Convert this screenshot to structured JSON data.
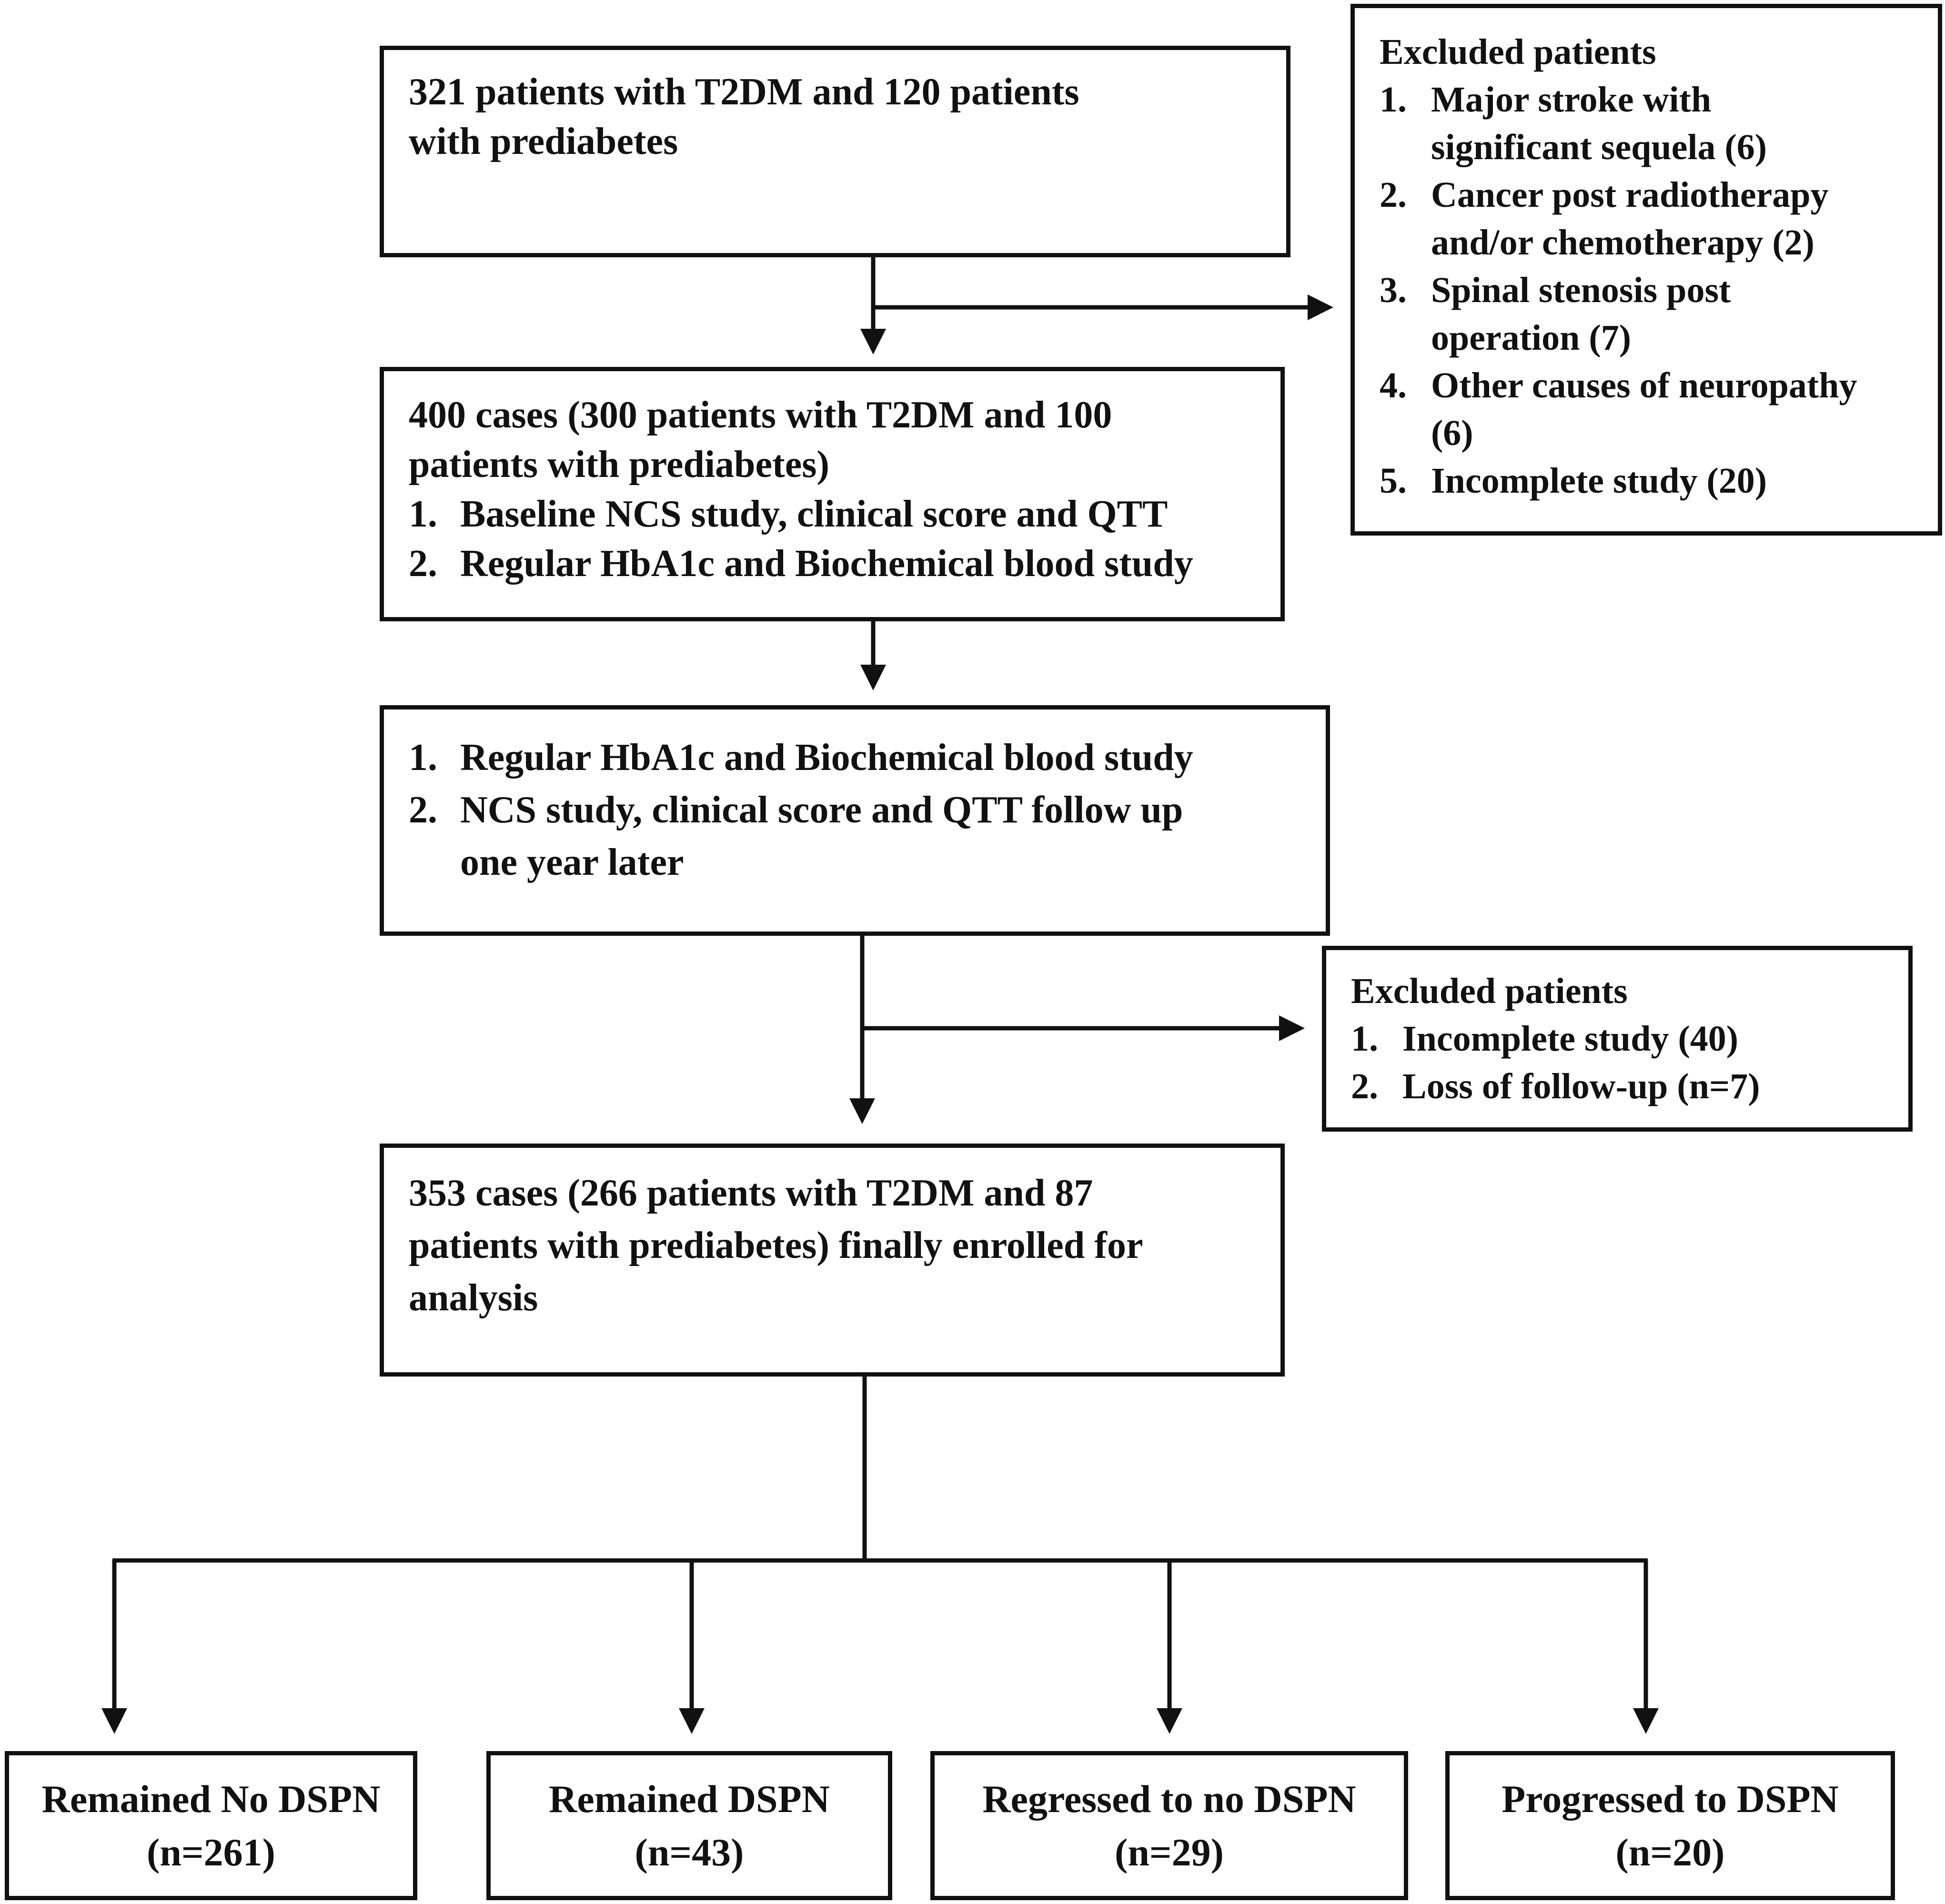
{
  "boxes": {
    "start": {
      "lines": [
        "321 patients with T2DM and 120 patients",
        "with prediabetes"
      ]
    },
    "excluded_1": {
      "title": "Excluded patients",
      "items": [
        {
          "num": "1.",
          "lines": [
            "Major stroke with",
            "significant sequela (6)"
          ]
        },
        {
          "num": "2.",
          "lines": [
            "Cancer post radiotherapy",
            "and/or chemotherapy (2)"
          ]
        },
        {
          "num": "3.",
          "lines": [
            "Spinal stenosis post",
            "operation (7)"
          ]
        },
        {
          "num": "4.",
          "lines": [
            "Other causes of neuropathy",
            "(6)"
          ]
        },
        {
          "num": "5.",
          "lines": [
            "Incomplete study (20)"
          ]
        }
      ]
    },
    "baseline": {
      "lines": [
        "400 cases (300 patients with T2DM and 100",
        "patients with prediabetes)"
      ],
      "items": [
        {
          "num": "1.",
          "lines": [
            "Baseline NCS study, clinical score  and QTT"
          ]
        },
        {
          "num": "2.",
          "lines": [
            "Regular HbA1c and Biochemical blood study"
          ]
        }
      ]
    },
    "followup": {
      "items": [
        {
          "num": "1.",
          "lines": [
            "Regular HbA1c and Biochemical blood study"
          ]
        },
        {
          "num": "2.",
          "lines": [
            "NCS study, clinical score and QTT  follow up",
            "one year later"
          ]
        }
      ]
    },
    "excluded_2": {
      "title": "Excluded patients",
      "items": [
        {
          "num": "1.",
          "lines": [
            "Incomplete study (40)"
          ]
        },
        {
          "num": "2.",
          "lines": [
            "Loss of follow-up (n=7)"
          ]
        }
      ]
    },
    "enrolled": {
      "lines": [
        "353 cases (266 patients with T2DM and 87",
        "patients with prediabetes) finally enrolled for",
        "analysis"
      ]
    }
  },
  "outcomes": [
    {
      "label": "Remained No DSPN",
      "count": "(n=261)"
    },
    {
      "label": "Remained DSPN",
      "count": "(n=43)"
    },
    {
      "label": "Regressed to no DSPN",
      "count": "(n=29)"
    },
    {
      "label": "Progressed to DSPN",
      "count": "(n=20)"
    }
  ]
}
